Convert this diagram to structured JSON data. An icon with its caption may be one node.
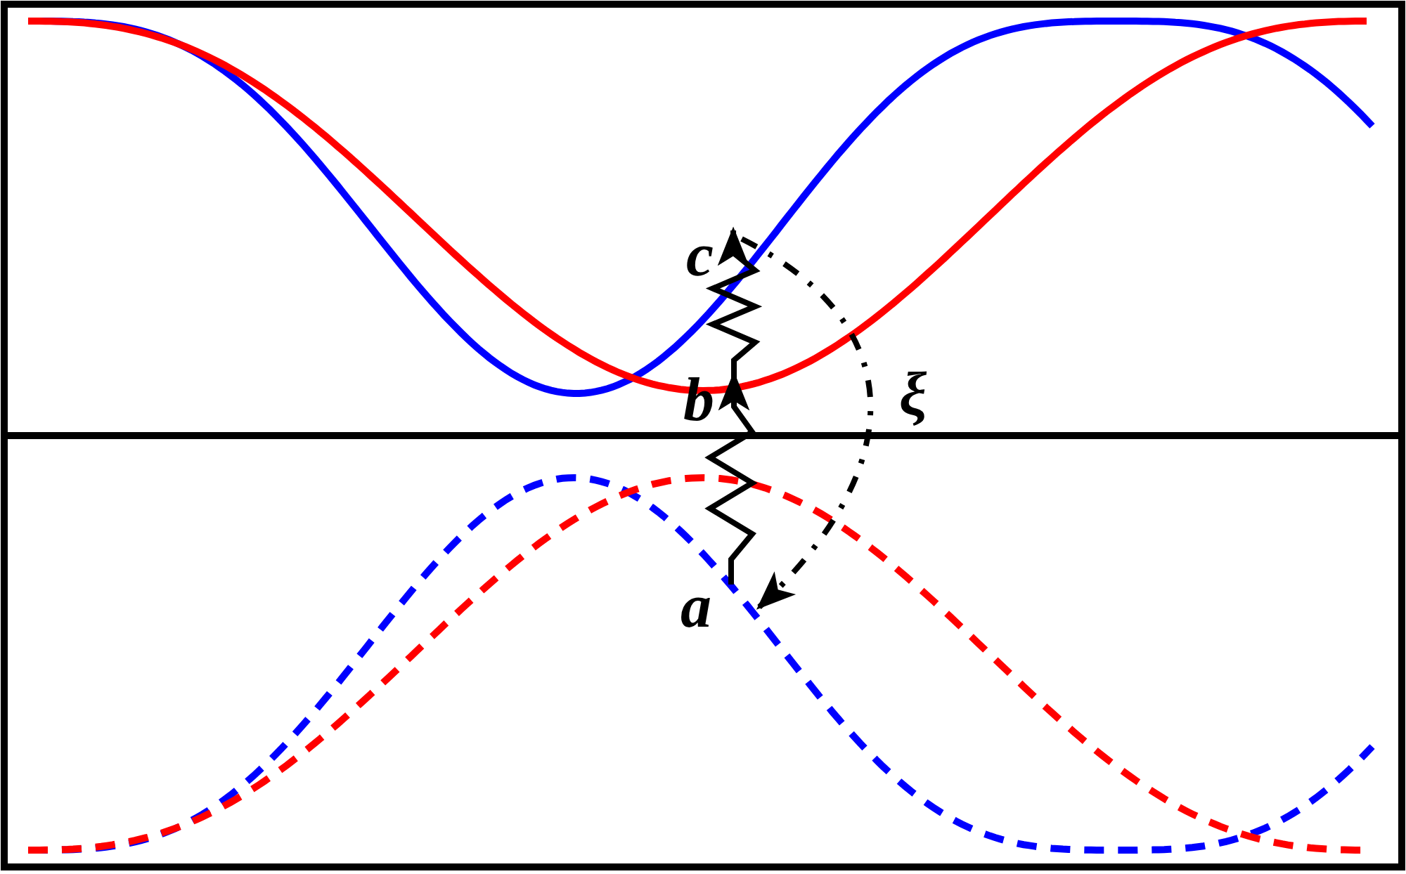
{
  "diagram": {
    "nodes": [
      {
        "text": [
          "a"
        ]
      },
      {
        "text": [
          "b"
        ]
      },
      {
        "text": [
          "c"
        ]
      }
    ],
    "edges": [
      {
        "from": 0,
        "to": 1,
        "arrow": "to"
      },
      {
        "from": 1,
        "to": 2,
        "arrow": "to"
      },
      {
        "from": 2,
        "to": 0,
        "arrow": "to",
        "style": "dashed",
        "label": "ξ"
      }
    ]
  }
}
